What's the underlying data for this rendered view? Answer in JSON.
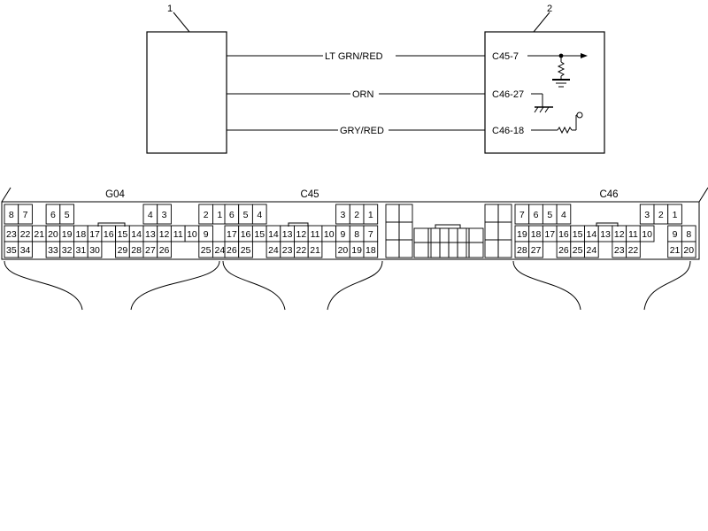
{
  "callouts": {
    "component_1": "1",
    "component_2": "2"
  },
  "wires": [
    {
      "color": "LT GRN/RED",
      "terminal": "C45-7"
    },
    {
      "color": "ORN",
      "terminal": "C46-27"
    },
    {
      "color": "GRY/RED",
      "terminal": "C46-18"
    }
  ],
  "connectors": [
    {
      "name": "G04",
      "rows": [
        [
          "8",
          "7",
          "",
          "6",
          "5",
          "",
          "4",
          "3",
          "2",
          "1"
        ],
        [
          "23",
          "22",
          "21",
          "20",
          "19",
          "18",
          "17",
          "16",
          "15",
          "14",
          "13",
          "12",
          "11",
          "10",
          "9"
        ],
        [
          "35",
          "34",
          "33",
          "32",
          "31",
          "30",
          "29",
          "28",
          "27",
          "26",
          "25",
          "24"
        ]
      ]
    },
    {
      "name": "C45",
      "rows": [
        [
          "6",
          "5",
          "4",
          "3",
          "2",
          "1"
        ],
        [
          "17",
          "16",
          "15",
          "14",
          "13",
          "12",
          "11",
          "10",
          "9",
          "8",
          "7"
        ],
        [
          "26",
          "25",
          "24",
          "23",
          "22",
          "21",
          "20",
          "19",
          "18"
        ]
      ]
    },
    {
      "name": "C46",
      "rows": [
        [
          "7",
          "6",
          "5",
          "4",
          "3",
          "2",
          "1"
        ],
        [
          "19",
          "18",
          "17",
          "16",
          "15",
          "14",
          "13",
          "12",
          "11",
          "10",
          "9",
          "8"
        ],
        [
          "28",
          "27",
          "26",
          "25",
          "24",
          "23",
          "22",
          "21",
          "20"
        ]
      ]
    }
  ]
}
